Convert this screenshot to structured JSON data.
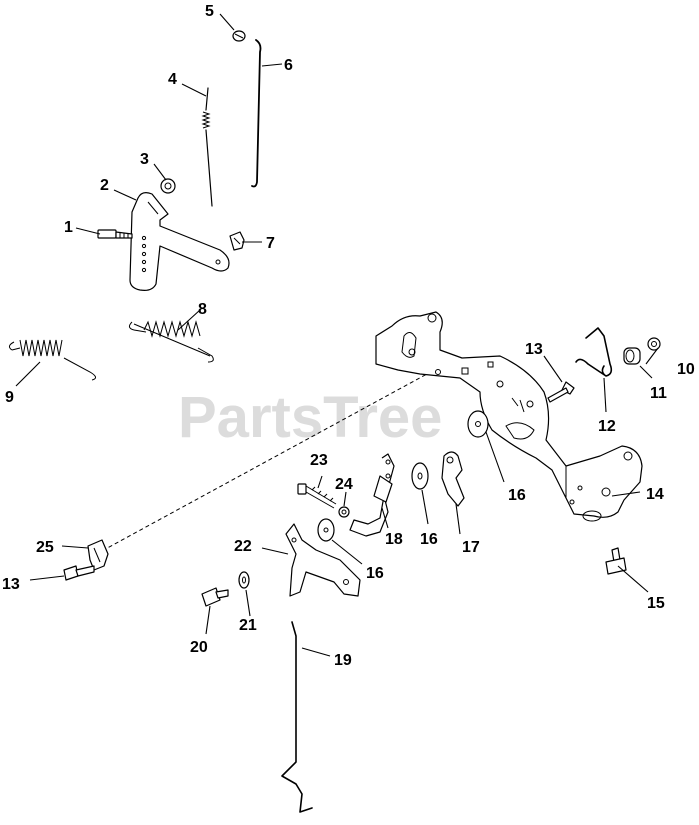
{
  "watermark": "PartsTree",
  "callouts": [
    {
      "id": "c1",
      "text": "1"
    },
    {
      "id": "c2",
      "text": "2"
    },
    {
      "id": "c3",
      "text": "3"
    },
    {
      "id": "c4",
      "text": "4"
    },
    {
      "id": "c5",
      "text": "5"
    },
    {
      "id": "c6",
      "text": "6"
    },
    {
      "id": "c7",
      "text": "7"
    },
    {
      "id": "c8",
      "text": "8"
    },
    {
      "id": "c9",
      "text": "9"
    },
    {
      "id": "c10",
      "text": "10"
    },
    {
      "id": "c11",
      "text": "11"
    },
    {
      "id": "c12",
      "text": "12"
    },
    {
      "id": "c13a",
      "text": "13"
    },
    {
      "id": "c13b",
      "text": "13"
    },
    {
      "id": "c14",
      "text": "14"
    },
    {
      "id": "c15",
      "text": "15"
    },
    {
      "id": "c16a",
      "text": "16"
    },
    {
      "id": "c16b",
      "text": "16"
    },
    {
      "id": "c16c",
      "text": "16"
    },
    {
      "id": "c17",
      "text": "17"
    },
    {
      "id": "c18",
      "text": "18"
    },
    {
      "id": "c19",
      "text": "19"
    },
    {
      "id": "c20",
      "text": "20"
    },
    {
      "id": "c21",
      "text": "21"
    },
    {
      "id": "c22",
      "text": "22"
    },
    {
      "id": "c23",
      "text": "23"
    },
    {
      "id": "c24",
      "text": "24"
    },
    {
      "id": "c25",
      "text": "25"
    }
  ]
}
